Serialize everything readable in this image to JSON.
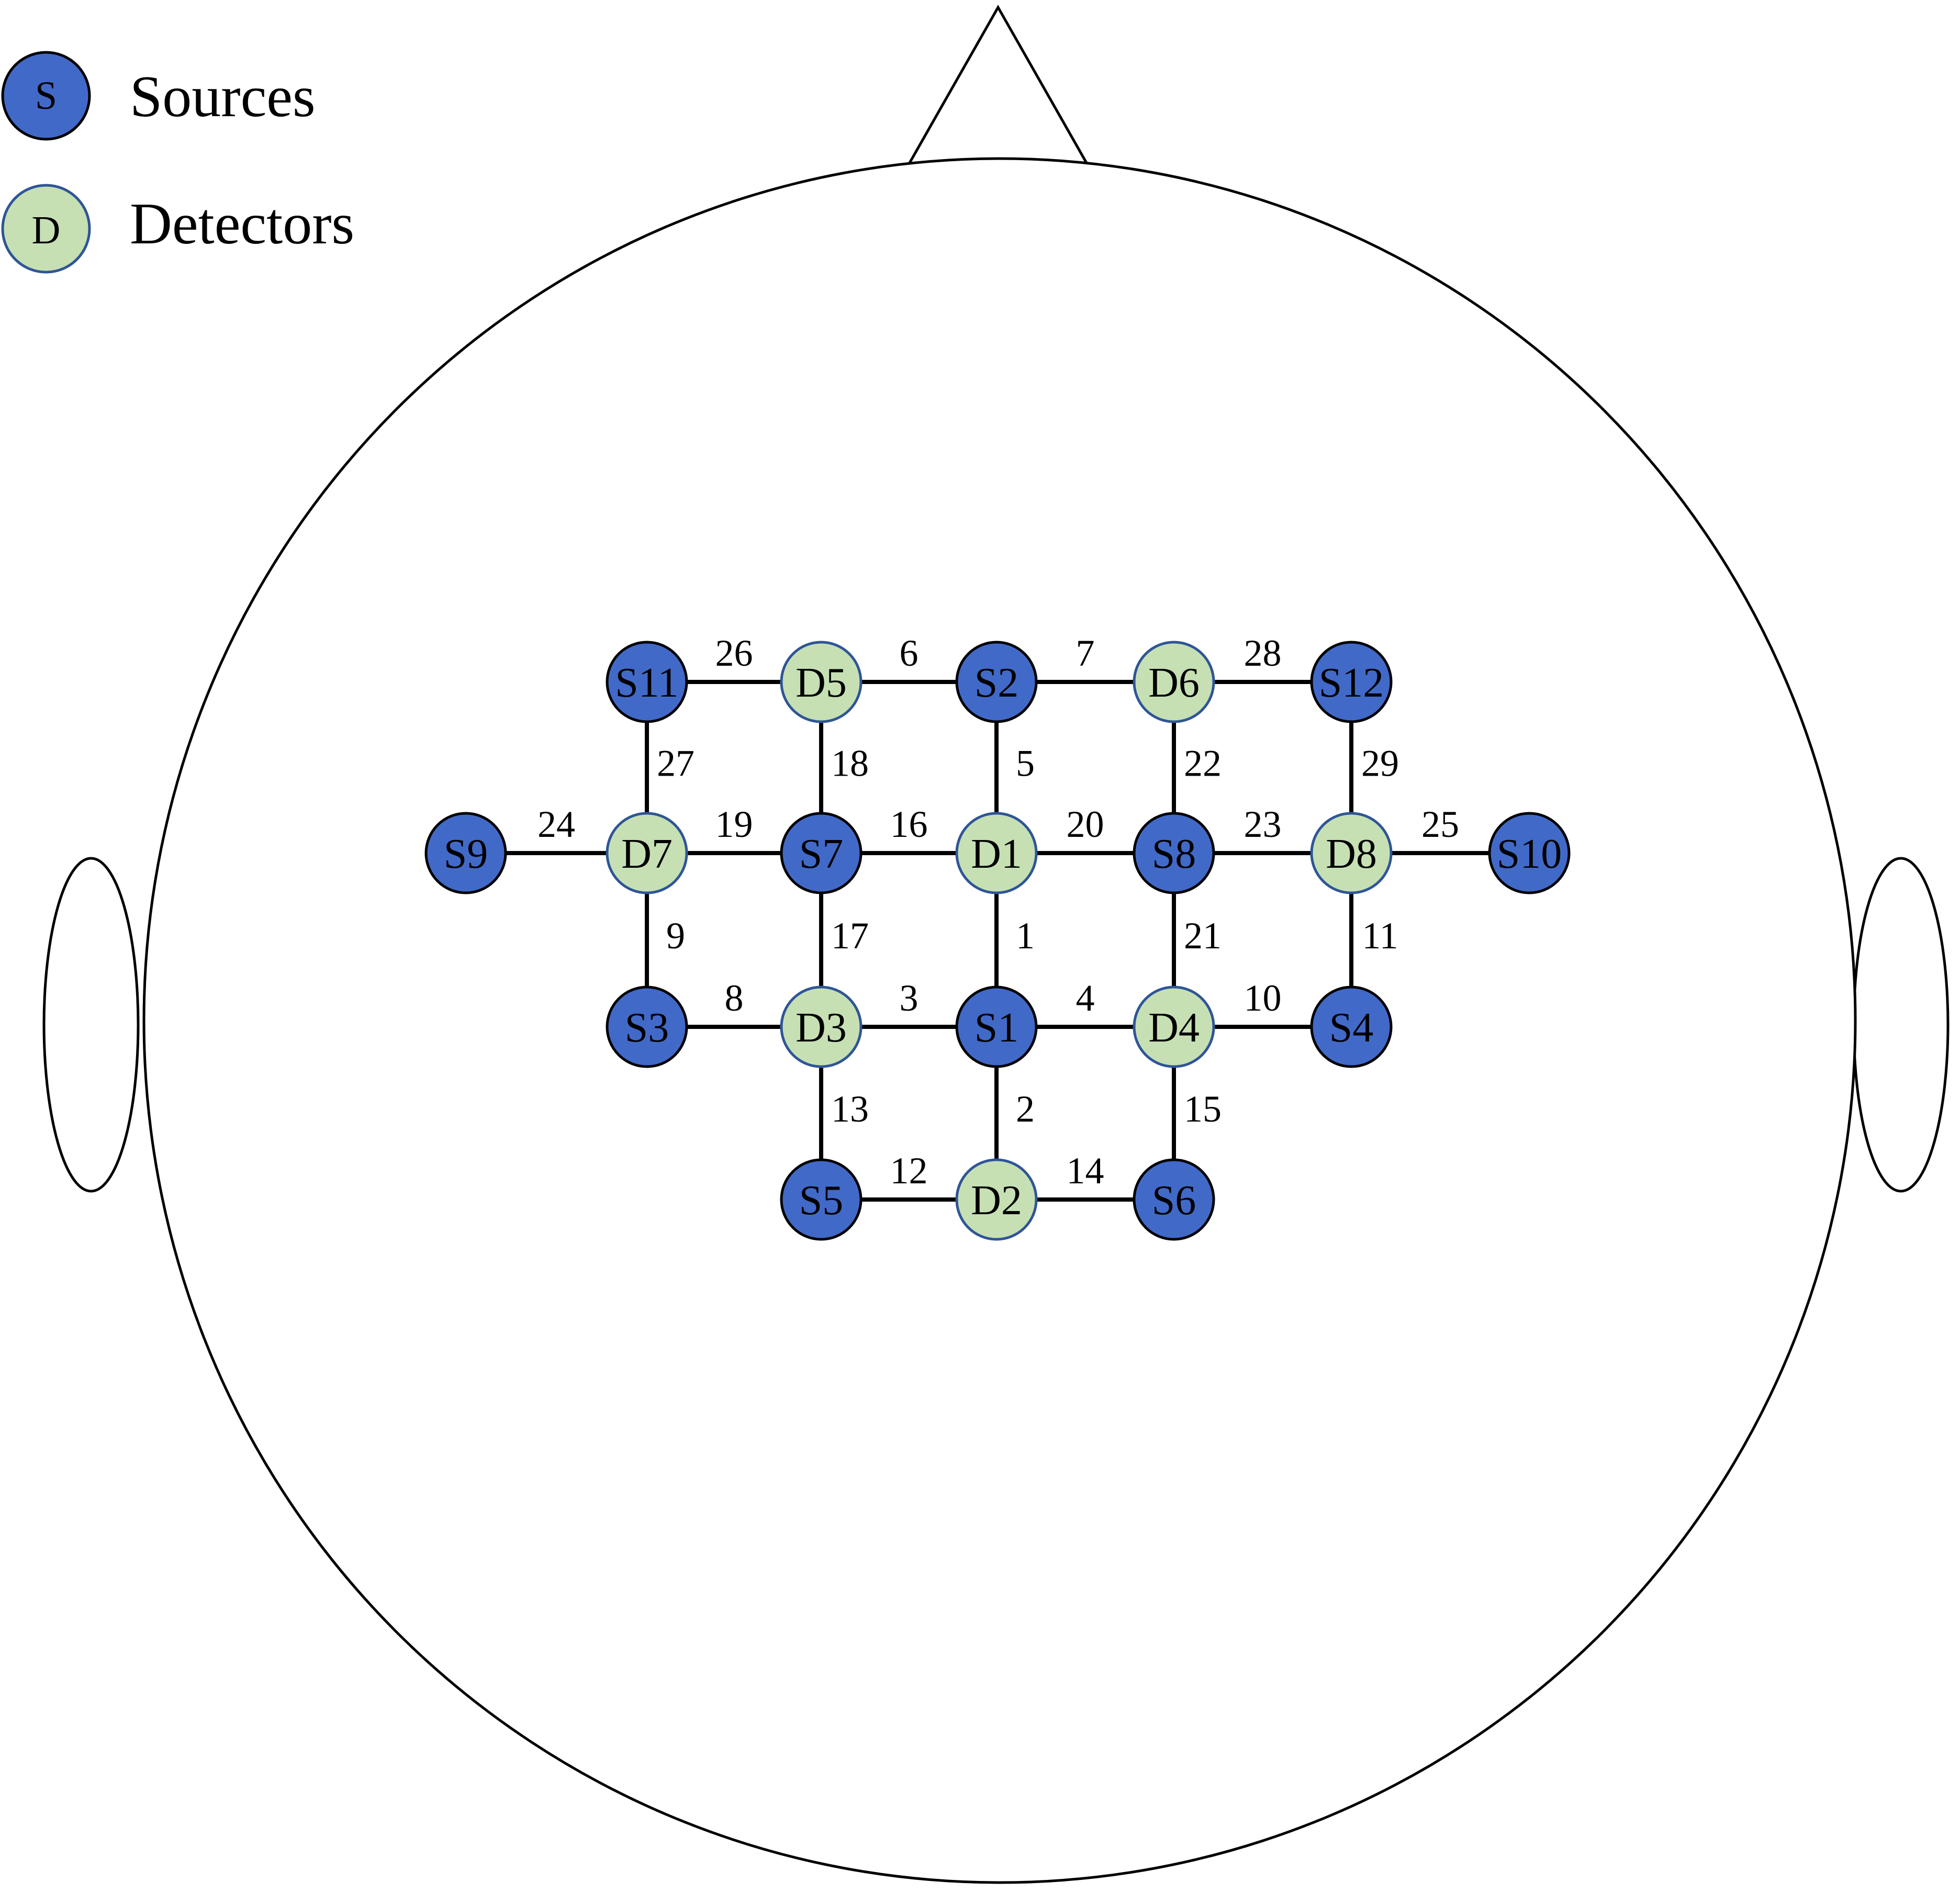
{
  "colors": {
    "source_fill": "#4169C8",
    "source_stroke": "#000000",
    "detector_fill": "#C6E0B4",
    "detector_stroke": "#2F5597"
  },
  "legend": {
    "source_letter": "S",
    "source_label": "Sources",
    "detector_letter": "D",
    "detector_label": "Detectors"
  },
  "nodes": [
    {
      "id": "S11",
      "type": "source"
    },
    {
      "id": "D5",
      "type": "detector"
    },
    {
      "id": "S2",
      "type": "source"
    },
    {
      "id": "D6",
      "type": "detector"
    },
    {
      "id": "S12",
      "type": "source"
    },
    {
      "id": "S9",
      "type": "source"
    },
    {
      "id": "D7",
      "type": "detector"
    },
    {
      "id": "S7",
      "type": "source"
    },
    {
      "id": "D1",
      "type": "detector"
    },
    {
      "id": "S8",
      "type": "source"
    },
    {
      "id": "D8",
      "type": "detector"
    },
    {
      "id": "S10",
      "type": "source"
    },
    {
      "id": "S3",
      "type": "source"
    },
    {
      "id": "D3",
      "type": "detector"
    },
    {
      "id": "S1",
      "type": "source"
    },
    {
      "id": "D4",
      "type": "detector"
    },
    {
      "id": "S4",
      "type": "source"
    },
    {
      "id": "S5",
      "type": "source"
    },
    {
      "id": "D2",
      "type": "detector"
    },
    {
      "id": "S6",
      "type": "source"
    }
  ],
  "channels": [
    {
      "label": "1",
      "source": "S1",
      "detector": "D1"
    },
    {
      "label": "2",
      "source": "S1",
      "detector": "D2"
    },
    {
      "label": "3",
      "source": "S1",
      "detector": "D3"
    },
    {
      "label": "4",
      "source": "S1",
      "detector": "D4"
    },
    {
      "label": "5",
      "source": "S2",
      "detector": "D1"
    },
    {
      "label": "6",
      "source": "S2",
      "detector": "D5"
    },
    {
      "label": "7",
      "source": "S2",
      "detector": "D6"
    },
    {
      "label": "8",
      "source": "S3",
      "detector": "D3"
    },
    {
      "label": "9",
      "source": "S3",
      "detector": "D7"
    },
    {
      "label": "10",
      "source": "S4",
      "detector": "D4"
    },
    {
      "label": "11",
      "source": "S4",
      "detector": "D8"
    },
    {
      "label": "12",
      "source": "S5",
      "detector": "D2"
    },
    {
      "label": "13",
      "source": "S5",
      "detector": "D3"
    },
    {
      "label": "14",
      "source": "S6",
      "detector": "D2"
    },
    {
      "label": "15",
      "source": "S6",
      "detector": "D4"
    },
    {
      "label": "16",
      "source": "S7",
      "detector": "D1"
    },
    {
      "label": "17",
      "source": "S7",
      "detector": "D3"
    },
    {
      "label": "18",
      "source": "S7",
      "detector": "D5"
    },
    {
      "label": "19",
      "source": "S7",
      "detector": "D7"
    },
    {
      "label": "20",
      "source": "S8",
      "detector": "D1"
    },
    {
      "label": "21",
      "source": "S8",
      "detector": "D4"
    },
    {
      "label": "22",
      "source": "S8",
      "detector": "D6"
    },
    {
      "label": "23",
      "source": "S8",
      "detector": "D8"
    },
    {
      "label": "24",
      "source": "S9",
      "detector": "D7"
    },
    {
      "label": "25",
      "source": "S10",
      "detector": "D8"
    },
    {
      "label": "26",
      "source": "S11",
      "detector": "D5"
    },
    {
      "label": "27",
      "source": "S11",
      "detector": "D7"
    },
    {
      "label": "28",
      "source": "S12",
      "detector": "D6"
    },
    {
      "label": "29",
      "source": "S12",
      "detector": "D8"
    }
  ]
}
